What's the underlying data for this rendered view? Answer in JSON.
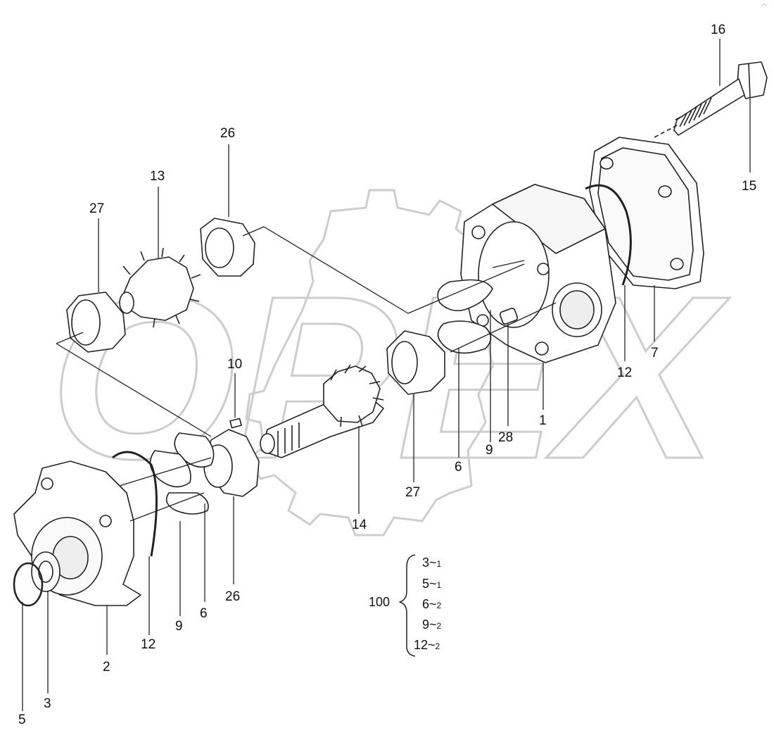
{
  "watermark": "OPEX",
  "corner_code": "-°-",
  "callouts": {
    "c1": "1",
    "c2": "2",
    "c3": "3",
    "c5": "5",
    "c6a": "6",
    "c6b": "6",
    "c7": "7",
    "c9a": "9",
    "c9b": "9",
    "c10": "10",
    "c12a": "12",
    "c12b": "12",
    "c13": "13",
    "c14": "14",
    "c15": "15",
    "c16": "16",
    "c26a": "26",
    "c26b": "26",
    "c27a": "27",
    "c27b": "27",
    "c28": "28"
  },
  "kit": {
    "label": "100",
    "items": [
      {
        "part": "3",
        "qty": "1"
      },
      {
        "part": "5",
        "qty": "1"
      },
      {
        "part": "6",
        "qty": "2"
      },
      {
        "part": "9",
        "qty": "2"
      },
      {
        "part": "12",
        "qty": "2"
      }
    ]
  }
}
